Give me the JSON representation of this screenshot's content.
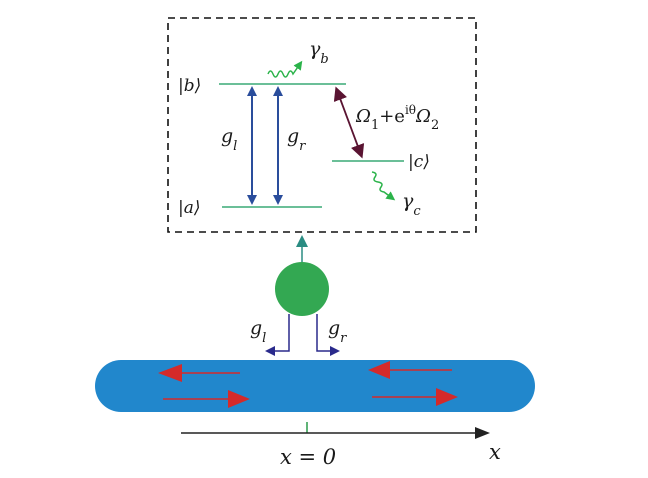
{
  "inset": {
    "levels": {
      "b": {
        "label": "|b⟩"
      },
      "a": {
        "label": "|a⟩"
      },
      "c": {
        "label": "|c⟩"
      }
    },
    "couplings": {
      "gl": {
        "base": "g",
        "sub": "l"
      },
      "gr": {
        "base": "g",
        "sub": "r"
      }
    },
    "drive": {
      "omega1": {
        "base": "Ω",
        "sub": "1"
      },
      "plus": "+e",
      "phase": "iθ",
      "omega2": {
        "base": "Ω",
        "sub": "2"
      }
    },
    "decay": {
      "b": {
        "base": "γ",
        "sub": "b"
      },
      "c": {
        "base": "γ",
        "sub": "c"
      }
    }
  },
  "atom": {
    "gl": {
      "base": "g",
      "sub": "l"
    },
    "gr": {
      "base": "g",
      "sub": "r"
    }
  },
  "axis": {
    "label": "x",
    "origin_label": "x = 0"
  },
  "colors": {
    "level_line": "#3aaa77",
    "coupling_arrow": "#2a4d9c",
    "drive_arrow": "#5a1432",
    "decay_wave": "#2bb34a",
    "atom": "#33a852",
    "atom_arrow": "#2a8c82",
    "waveguide": "#2187cc",
    "propagation_arrow": "#d42a2a",
    "bracket": "#2a2a8c",
    "axis": "#222222",
    "origin_tick": "#2a9a4a"
  }
}
